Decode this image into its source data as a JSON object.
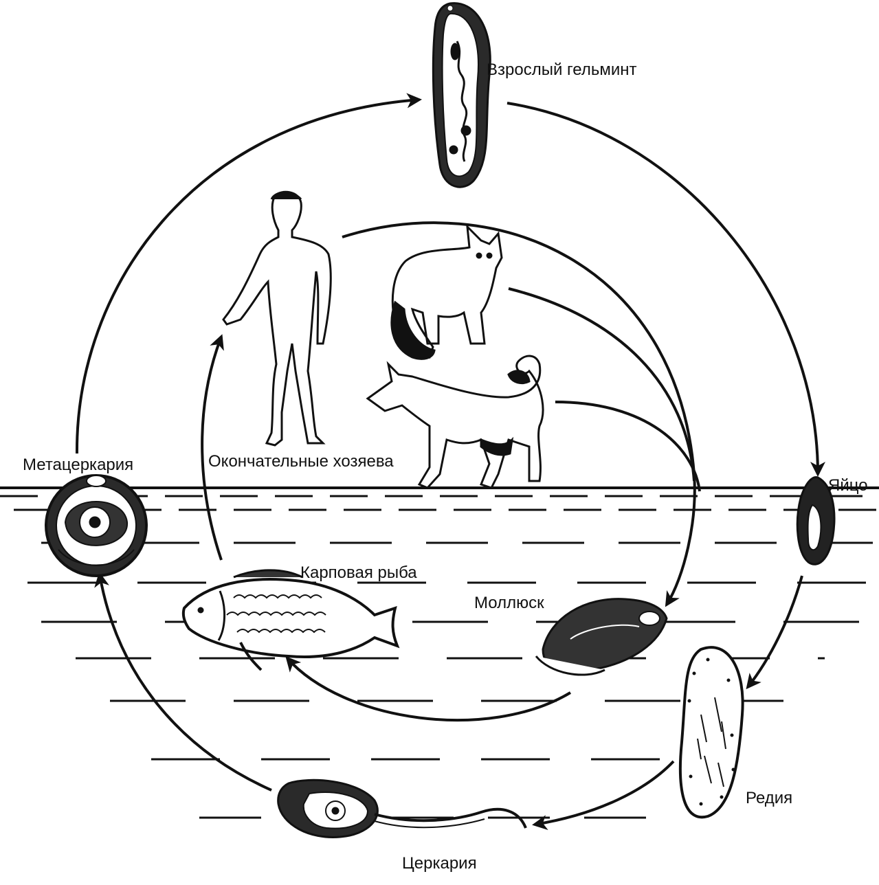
{
  "labels": {
    "adult": "Взрослый гельминт",
    "egg": "Яйцо",
    "redia": "Редия",
    "cercaria": "Церкария",
    "metacercaria": "Метацеркария",
    "fish": "Карповая рыба",
    "mollusk": "Моллюск",
    "hosts": "Окончательные хозяева"
  },
  "colors": {
    "ink": "#111111",
    "paper": "#ffffff"
  }
}
